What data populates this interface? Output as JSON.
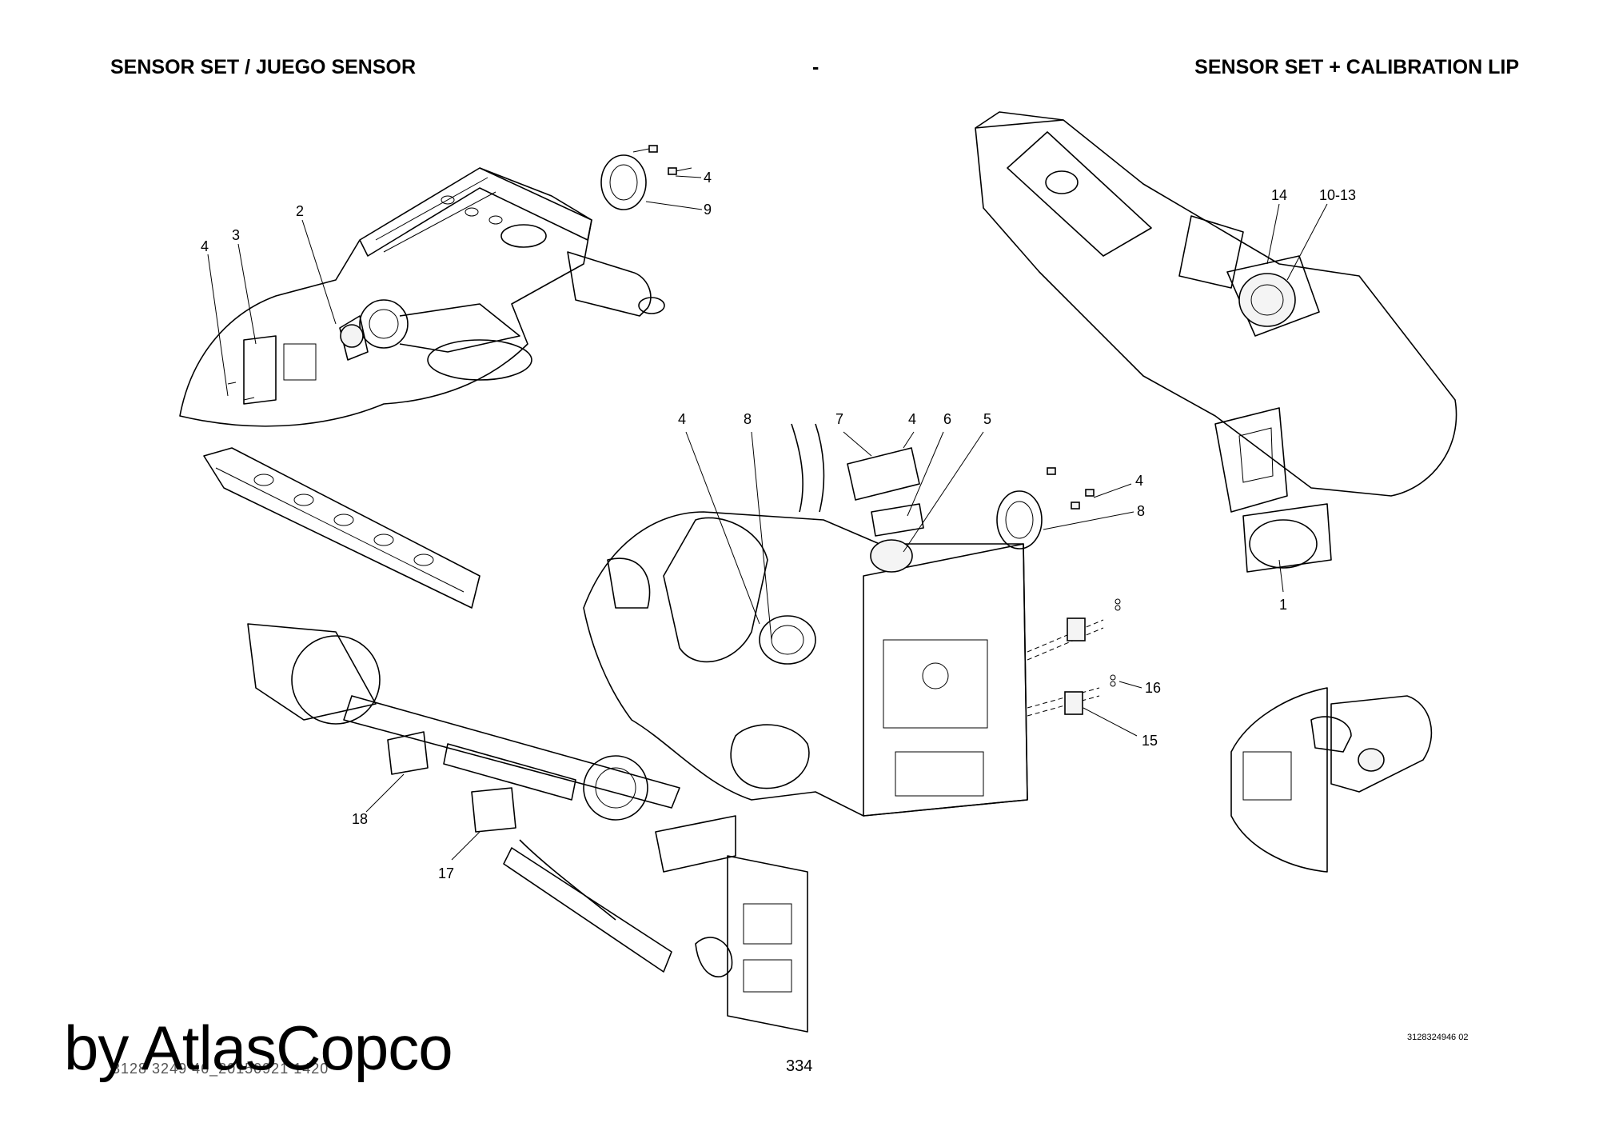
{
  "header": {
    "left_title": "SENSOR SET / JUEGO SENSOR",
    "center": "-",
    "right_title": "SENSOR SET + CALIBRATION LIP"
  },
  "callouts": {
    "c1": "1",
    "c2": "2",
    "c3": "3",
    "c4a": "4",
    "c4b": "4",
    "c4c": "4",
    "c4d": "4",
    "c4e": "4",
    "c5": "5",
    "c6": "6",
    "c7": "7",
    "c8a": "8",
    "c8b": "8",
    "c9": "9",
    "c10_13": "10-13",
    "c14": "14",
    "c15": "15",
    "c16": "16",
    "c17": "17",
    "c18": "18"
  },
  "footer": {
    "drawing_code": "3128324946 02",
    "page_number": "334",
    "doc_code": "3128 3249 46_20150921 1420",
    "watermark": "by AtlasCopco"
  }
}
